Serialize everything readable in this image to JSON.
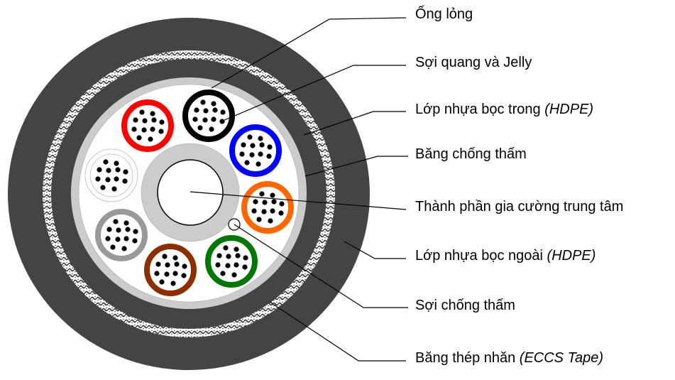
{
  "diagram": {
    "type": "cable-cross-section",
    "colors": {
      "outer_sheath": "#444444",
      "steel_tape": "#ffffff",
      "steel_tape_pattern": "#333333",
      "water_blocking_tape": "#cccccc",
      "core_fill": "#ffffff",
      "central_member_jacket": "#cccccc",
      "fiber": "#000000",
      "leader_line": "#000000"
    },
    "tubes": [
      {
        "name": "red",
        "color": "#ff0000"
      },
      {
        "name": "black",
        "color": "#000000"
      },
      {
        "name": "blue",
        "color": "#0000ff"
      },
      {
        "name": "orange",
        "color": "#ff6600"
      },
      {
        "name": "green",
        "color": "#007700"
      },
      {
        "name": "brown",
        "color": "#8b2e00"
      },
      {
        "name": "gray",
        "color": "#999999"
      },
      {
        "name": "white",
        "color": "#ffffff"
      }
    ],
    "fibers_per_tube": 12
  },
  "labels": [
    {
      "id": "loose-tube",
      "text": "Ống lỏng",
      "note": ""
    },
    {
      "id": "optical-fiber-jelly",
      "text": "Sợi quang và Jelly",
      "note": ""
    },
    {
      "id": "inner-sheath",
      "text": "Lớp nhựa bọc trong ",
      "note": "(HDPE)"
    },
    {
      "id": "water-blocking-tape",
      "text": "Băng chống thấm",
      "note": ""
    },
    {
      "id": "central-strength-member",
      "text": "Thành phần gia cường trung tâm",
      "note": ""
    },
    {
      "id": "outer-sheath",
      "text": "Lớp nhựa bọc ngoài ",
      "note": "(HDPE)"
    },
    {
      "id": "water-blocking-yarn",
      "text": "Sợi chống thấm",
      "note": ""
    },
    {
      "id": "corrugated-steel-tape",
      "text": "Băng thép nhăn ",
      "note": "(ECCS Tape)"
    }
  ]
}
